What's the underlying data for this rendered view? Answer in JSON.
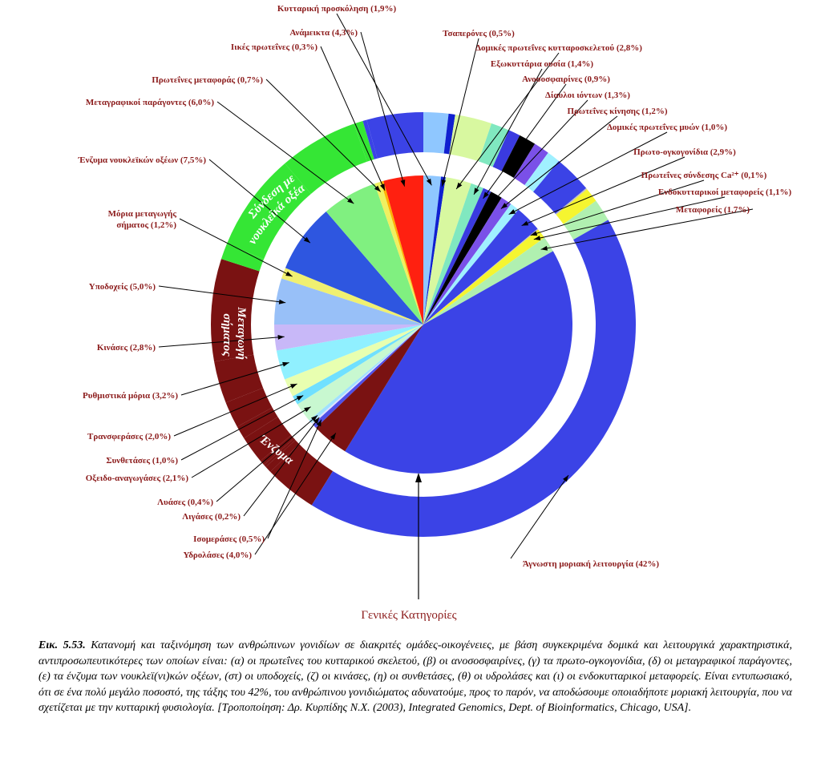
{
  "chart_data": {
    "type": "pie",
    "title": "",
    "category_title": "Γενικές Κατηγορίες",
    "groups": [
      {
        "name": "Σύνδεση με νουκλεϊκά οξέα",
        "line1": "Σύνδεση με",
        "line2": "νουκλεϊκά οξέα",
        "color": "#3b43e6"
      },
      {
        "name": "Μεταγωγή σήματος",
        "line1": "Μεταγωγή",
        "line2": "σήματος",
        "color": "#35e635"
      },
      {
        "name": "Ένζυμα",
        "line1": "Ένζυμα",
        "line2": "",
        "color": "#7a1212"
      }
    ],
    "slices": [
      {
        "label": "Κυτταρική προσκόληση (1,9%)",
        "value": 1.9,
        "color": "#8fc7ff"
      },
      {
        "label": "Τσαπερόνες (0,5%)",
        "value": 0.5,
        "color": "#1020d0"
      },
      {
        "label": "Δομικές πρωτεΐνες κυτταροσκελετού (2,8%)",
        "value": 2.8,
        "color": "#d8f8a0"
      },
      {
        "label": "Εξωκυττάρια ουσία (1,4%)",
        "value": 1.4,
        "color": "#80e8c0"
      },
      {
        "label": "Ανοσοσφαιρίνες (0,9%)",
        "value": 0.9,
        "color": "#3a3ae0"
      },
      {
        "label": "Δίαυλοι ιόντων (1,3%)",
        "value": 1.3,
        "color": "#000000"
      },
      {
        "label": "Πρωτεΐνες κίνησης (1,2%)",
        "value": 1.2,
        "color": "#7a50e8"
      },
      {
        "label": "Δομικές πρωτεΐνες μυών (1,0%)",
        "value": 1.0,
        "color": "#a0f0ff"
      },
      {
        "label": "Πρωτο-ογκογονίδια (2,9%)",
        "value": 2.9,
        "color": "#3b43e6"
      },
      {
        "label": "Πρωτεΐνες σύνδεσης Ca²⁺ (0,1%)",
        "value": 0.1,
        "color": "#c0c0c0"
      },
      {
        "label": "Ενδοκυτταρικοί μεταφορείς (1,1%)",
        "value": 1.1,
        "color": "#f5f530"
      },
      {
        "label": "Μεταφορείς (1,7%)",
        "value": 1.7,
        "color": "#b0f0b0"
      },
      {
        "label": "Άγνωστη μοριακή λειτουργία (42%)",
        "value": 42.0,
        "color": "#3b43e6"
      },
      {
        "label": "Υδρολάσες (4,0%)",
        "value": 4.0,
        "color": "#7a1212"
      },
      {
        "label": "Ισομεράσες (0,5%)",
        "value": 0.5,
        "color": "#5050e8"
      },
      {
        "label": "Λιγάσες (0,2%)",
        "value": 0.2,
        "color": "#e0e0ff"
      },
      {
        "label": "Λυάσες (0,4%)",
        "value": 0.4,
        "color": "#a0e0ff"
      },
      {
        "label": "Οξειδο-αναγωγάσες (2,1%)",
        "value": 2.1,
        "color": "#c8f8d0"
      },
      {
        "label": "Συνθετάσες (1,0%)",
        "value": 1.0,
        "color": "#70e0ff"
      },
      {
        "label": "Τρανσφεράσες (2,0%)",
        "value": 2.0,
        "color": "#e8ffb0"
      },
      {
        "label": "Ρυθμιστικά μόρια (3,2%)",
        "value": 3.2,
        "color": "#90f0ff"
      },
      {
        "label": "Κινάσες (2,8%)",
        "value": 2.8,
        "color": "#c8b8f8"
      },
      {
        "label": "Υποδοχείς (5,0%)",
        "value": 5.0,
        "color": "#98c0f8"
      },
      {
        "label": "Μόρια μεταγωγής σήματος (1,2%)",
        "label_line1": "Μόρια μεταγωγής",
        "label_line2": "σήματος (1,2%)",
        "value": 1.2,
        "color": "#f0f070"
      },
      {
        "label": "Ένζυμα νουκλεϊκών οξέων (7,5%)",
        "value": 7.5,
        "color": "#2e56e0"
      },
      {
        "label": "Μεταγραφικοί παράγοντες (6,0%)",
        "value": 6.0,
        "color": "#80f080"
      },
      {
        "label": "Πρωτεΐνες μεταφοράς (0,7%)",
        "value": 0.7,
        "color": "#f0f060"
      },
      {
        "label": "Ιικές πρωτεΐνες (0,3%)",
        "value": 0.3,
        "color": "#ffb000"
      },
      {
        "label": "Ανάμεικτα (4,3%)",
        "value": 4.3,
        "color": "#ff2010"
      }
    ]
  },
  "caption": {
    "label": "Εικ. 5.53.",
    "text": "Κατανομή και ταξινόμηση των ανθρώπινων γονιδίων σε διακριτές ομάδες-οικογένειες, με βάση συγκεκριμένα δομικά και λειτουργικά χαρακτηριστικά, αντιπροσωπευτικότερες των οποίων είναι: (α) οι πρωτεΐνες του κυτταρικού σκελετού, (β) οι ανοσοσφαιρίνες, (γ) τα πρωτο-ογκογονίδια, (δ) οι μεταγραφικοί παράγοντες, (ε) τα ένζυμα των νουκλεϊ(νι)κών οξέων, (στ) οι υποδοχείς, (ζ) οι κινάσες, (η) οι συνθετάσες, (θ) οι υδρολάσες και (ι) οι ενδοκυτταρικοί μεταφορείς. Είναι εντυπωσιακό, ότι σε ένα πολύ μεγάλο ποσοστό, της τάξης του 42%, του ανθρώπινου γονιδιώματος αδυνατούμε, προς το παρόν, να αποδώσουμε οποιαδήποτε μοριακή λειτουργία, που να σχετίζεται με την κυτταρική φυσιολογία. [Τροποποίηση: Δρ. Κυρπίδης Ν.Χ. (2003), Integrated Genomics, Dept. of Bioinformatics, Chicago, USA]."
  }
}
